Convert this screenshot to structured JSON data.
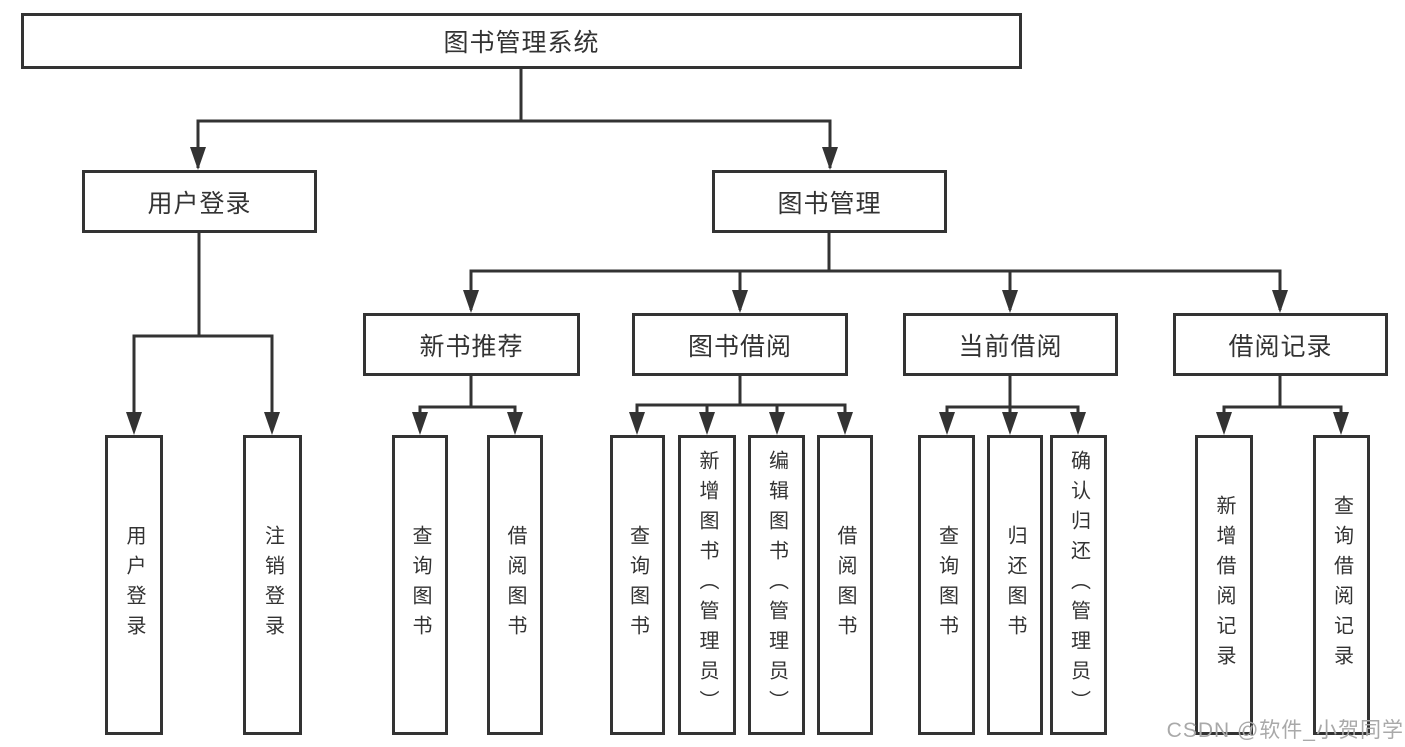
{
  "tree": {
    "root": "图书管理系统",
    "nodes": {
      "user_login": {
        "label": "用户登录",
        "children": [
          "用户登录",
          "注销登录"
        ]
      },
      "book_mgmt": {
        "label": "图书管理",
        "children": {
          "new_books": {
            "label": "新书推荐",
            "children": [
              "查询图书",
              "借阅图书"
            ]
          },
          "borrow": {
            "label": "图书借阅",
            "children": [
              "查询图书",
              "新增图书（管理员）",
              "编辑图书（管理员）",
              "借阅图书"
            ]
          },
          "current": {
            "label": "当前借阅",
            "children": [
              "查询图书",
              "归还图书",
              "确认归还（管理员）"
            ]
          },
          "records": {
            "label": "借阅记录",
            "children": [
              "新增借阅记录",
              "查询借阅记录"
            ]
          }
        }
      }
    }
  },
  "watermark": {
    "text": "CSDN @软件_小贺同学"
  },
  "colors": {
    "line": "#333333",
    "text": "#333333",
    "box_background": "#ffffff",
    "background": "#ffffff",
    "watermark": "#a9a9a9"
  }
}
